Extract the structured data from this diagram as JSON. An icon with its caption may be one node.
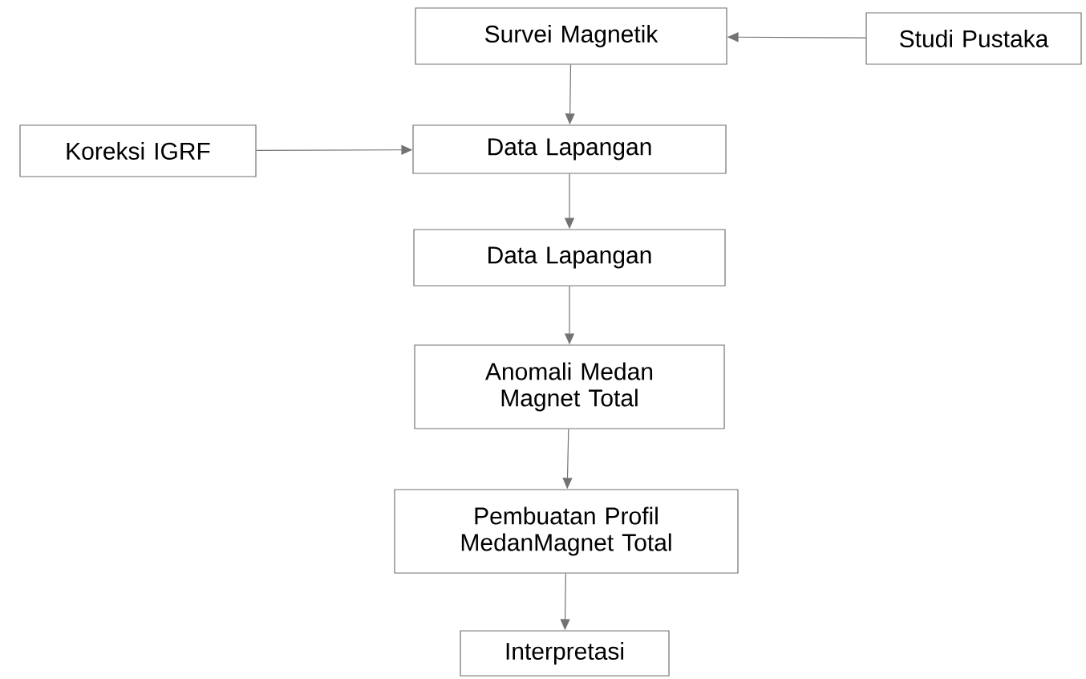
{
  "diagram": {
    "nodes": [
      {
        "text": [
          "Survei Magnetik"
        ]
      },
      {
        "text": [
          "Studi Pustaka"
        ]
      },
      {
        "text": [
          "Koreksi IGRF"
        ]
      },
      {
        "text": [
          "Data Lapangan"
        ]
      },
      {
        "text": [
          "Data Lapangan"
        ]
      },
      {
        "text": [
          "Anomali Medan Magnet Total"
        ]
      },
      {
        "text": [
          "Pembuatan Profil MedanMagnet Total"
        ]
      },
      {
        "text": [
          "Interpretasi"
        ]
      }
    ],
    "edges": [
      {
        "from": 1,
        "to": 0,
        "arrow": "to"
      },
      {
        "from": 0,
        "to": 3,
        "arrow": "to"
      },
      {
        "from": 2,
        "to": 3,
        "arrow": "to"
      },
      {
        "from": 3,
        "to": 4,
        "arrow": "to"
      },
      {
        "from": 4,
        "to": 5,
        "arrow": "to"
      },
      {
        "from": 5,
        "to": 6,
        "arrow": "to"
      },
      {
        "from": 6,
        "to": 7,
        "arrow": "to"
      }
    ]
  }
}
